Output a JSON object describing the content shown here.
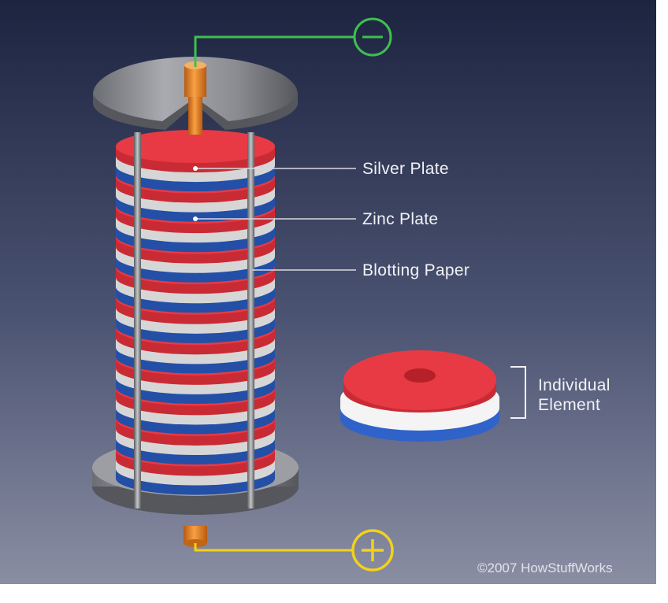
{
  "diagram": {
    "labels": {
      "silver_plate": "Silver Plate",
      "zinc_plate": "Zinc Plate",
      "blotting_paper": "Blotting Paper",
      "individual_element_line1": "Individual",
      "individual_element_line2": "Element"
    },
    "terminals": {
      "negative": "−",
      "positive": "+"
    },
    "copyright": "©2007 HowStuffWorks",
    "colors": {
      "background_top": "#1c2440",
      "background_bottom": "#8a8ea3",
      "silver_plate": "#e83a44",
      "zinc_plate": "#2f63c9",
      "blotting_paper": "#f4f4f4",
      "end_plate": "#8c8e93",
      "terminal": "#e88a2a",
      "negative_wire": "#3fbf4f",
      "positive_wire": "#f2d21a"
    },
    "stack_layers": 11
  }
}
